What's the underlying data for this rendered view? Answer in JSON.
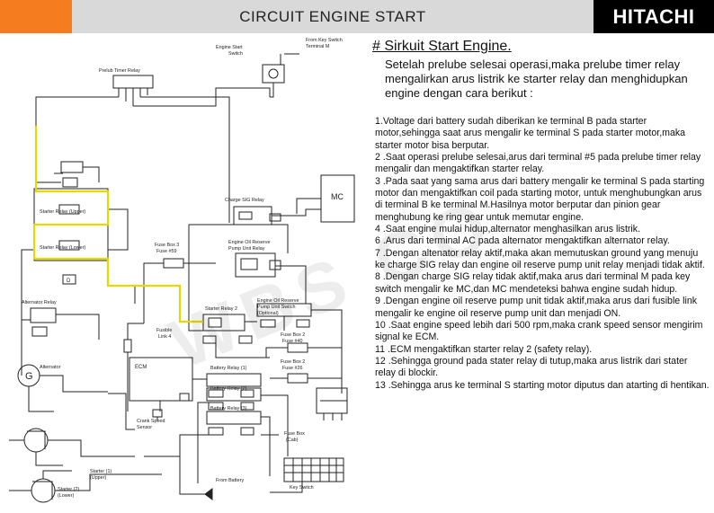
{
  "header": {
    "title": "CIRCUIT ENGINE START",
    "brand": "HITACHI",
    "accent_color": "#f57c1f",
    "title_bar_color": "#d9d9d9"
  },
  "watermark": "WBS CO",
  "diagram": {
    "labels": {
      "engine_start_switch": [
        "Engine Start",
        "Switch"
      ],
      "from_key_switch": [
        "From Key Switch",
        "Terminal M"
      ],
      "prelube_timer_relay": "Prelub Timer Relay",
      "mc": "MC",
      "charge_sig_relay": "Charge SIG Relay",
      "engine_oil_reserve_relay": [
        "Engine Oil Reserve",
        "Pump Unit Relay"
      ],
      "starter_relay_upper": "Starter Relay (Upper)",
      "starter_relay_lower": "Starter Relay (Lower)",
      "fuse_box_3": [
        "Fuse Box 3",
        "Fuse #59"
      ],
      "alternator_relay": "Alternator Relay",
      "starter_relay_2": "Starter Relay 2",
      "engine_oil_reserve_switch": [
        "Engine Oil Reserve",
        "Pump Unit Switch",
        "(Optional)"
      ],
      "fusible_link": [
        "Fusible",
        "Link 4"
      ],
      "fuse_box_2a": [
        "Fuse Box 2",
        "Fuse #40"
      ],
      "fuse_box_2b": [
        "Fuse Box 2",
        "Fuse #26"
      ],
      "alternator": "Alternator",
      "ecm": "ECM",
      "battery_relay_1": "Battery Relay (1)",
      "battery_relay_2": "Battery Relay (2)",
      "battery_relay_3": "Battery Relay (3)",
      "crank_speed_sensor": [
        "Crank Speed",
        "Sensor"
      ],
      "fuse_box_cab": [
        "Fuse Box",
        "(Cab)"
      ],
      "starter_1": [
        "Starter (1)",
        "(Upper)"
      ],
      "starter_2": [
        "Starter (2)",
        "(Lower)"
      ],
      "from_battery": "From Battery",
      "key_switch": "Key Switch",
      "generator_symbol": "G",
      "diode_symbol": "D"
    }
  },
  "text": {
    "heading": "# Sirkuit Start Engine.",
    "intro": "Setelah prelube selesai operasi,maka prelube timer relay mengalirkan arus listrik ke starter relay dan menghidupkan engine dengan cara berikut :",
    "steps": [
      "1.Voltage dari battery sudah diberikan ke terminal B pada starter motor,sehingga saat arus mengalir ke terminal S pada starter motor,maka starter motor bisa berputar.",
      "2 .Saat operasi prelube selesai,arus dari terminal #5 pada prelube timer relay mengalir dan mengaktifkan starter relay.",
      "3 .Pada saat yang sama arus dari battery mengalir ke terminal S pada starting motor dan mengaktifkan coil pada starting motor, untuk menghubungkan arus di terminal B ke terminal M.Hasilnya motor berputar dan pinion gear menghubung ke ring gear untuk memutar engine.",
      "4 .Saat engine mulai hidup,alternator menghasilkan arus listrik.",
      "6 .Arus dari terminal AC pada alternator mengaktifkan alternator relay.",
      "7 .Dengan altenator relay aktif,maka akan memutuskan ground yang menuju ke charge SIG relay dan engine oil reserve pump unit relay menjadi tidak aktif.",
      "8 .Dengan charge SIG relay tidak aktif,maka arus dari terminal M pada key switch mengalir ke MC,dan MC mendeteksi bahwa engine sudah hidup.",
      "9 .Dengan engine oil reserve pump unit tidak aktif,maka arus dari fusible link mengalir ke engine oil reserve pump unit dan menjadi ON.",
      "10 .Saat engine speed lebih dari 500 rpm,maka crank speed sensor mengirim signal ke ECM.",
      "11 .ECM mengaktifkan starter relay 2 (safety relay).",
      "12 .Sehingga ground pada stater relay di tutup,maka arus listrik dari stater relay di blockir.",
      "13 .Sehingga arus ke terminal S starting motor diputus dan atarting di hentikan."
    ]
  }
}
